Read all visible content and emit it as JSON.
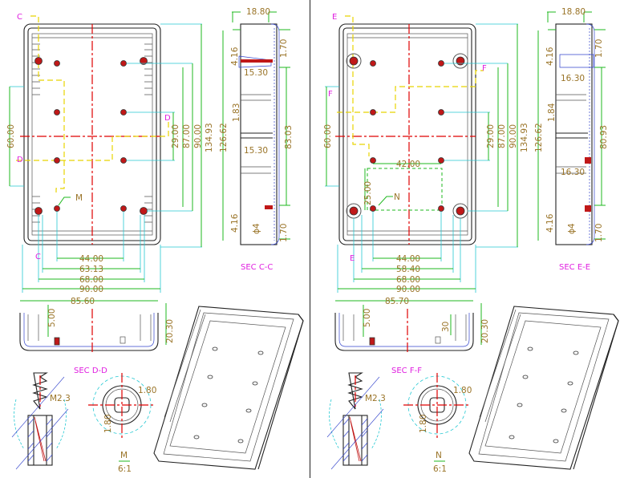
{
  "left": {
    "plan": {
      "section_marks": [
        "C",
        "C",
        "D",
        "D"
      ],
      "detail_callout": "M",
      "dims": {
        "h29": "29.00",
        "h87": "87.00",
        "h90": "90.00",
        "h134": "134.93",
        "v60": "60.00",
        "w44": "44.00",
        "w63": "63.13",
        "w68": "68.00",
        "w90": "90.00"
      }
    },
    "side": {
      "dims": {
        "top": "18.80",
        "d416a": "4.16",
        "d170a": "1.70",
        "d1530a": "15.30",
        "d183": "1.83",
        "d12662": "126.62",
        "d8303": "83.03",
        "d1530b": "15.30",
        "d416b": "4.16",
        "phi": "ϕ4",
        "d170b": "1.70"
      },
      "title": "SEC C-C"
    },
    "bottom_section": {
      "width": "85.60",
      "d500": "5.00",
      "d2030": "20.30",
      "title": "SEC D-D"
    },
    "screw": {
      "label": "M2.3"
    },
    "detail": {
      "d180a": "1.80",
      "d180b": "1.80",
      "name": "M",
      "scale": "6:1"
    }
  },
  "right": {
    "plan": {
      "section_marks": [
        "E",
        "E",
        "F",
        "F"
      ],
      "detail_callout": "N",
      "dims": {
        "h29": "29.00",
        "h87": "87.00",
        "h90": "90.00",
        "h134": "134.93",
        "v60": "60.00",
        "w42": "42.00",
        "v25": "25.00",
        "w44": "44.00",
        "w58": "58.40",
        "w68": "68.00",
        "w90": "90.00"
      }
    },
    "side": {
      "dims": {
        "top": "18.80",
        "d416a": "4.16",
        "d170a": "1.70",
        "d1630a": "16.30",
        "d184": "1.84",
        "d12662": "126.62",
        "d8093": "80.93",
        "d1630b": "16.30",
        "d416b": "4.16",
        "phi": "ϕ4",
        "d170b": "1.70"
      },
      "title": "SEC E-E"
    },
    "bottom_section": {
      "width": "85.70",
      "d500": "5.00",
      "d30": "30",
      "d2030": "20.30",
      "title": "SEC F-F"
    },
    "screw": {
      "label": "M2.3"
    },
    "detail": {
      "d180a": "1.80",
      "d180b": "1.80",
      "name": "N",
      "scale": "6:1"
    }
  }
}
